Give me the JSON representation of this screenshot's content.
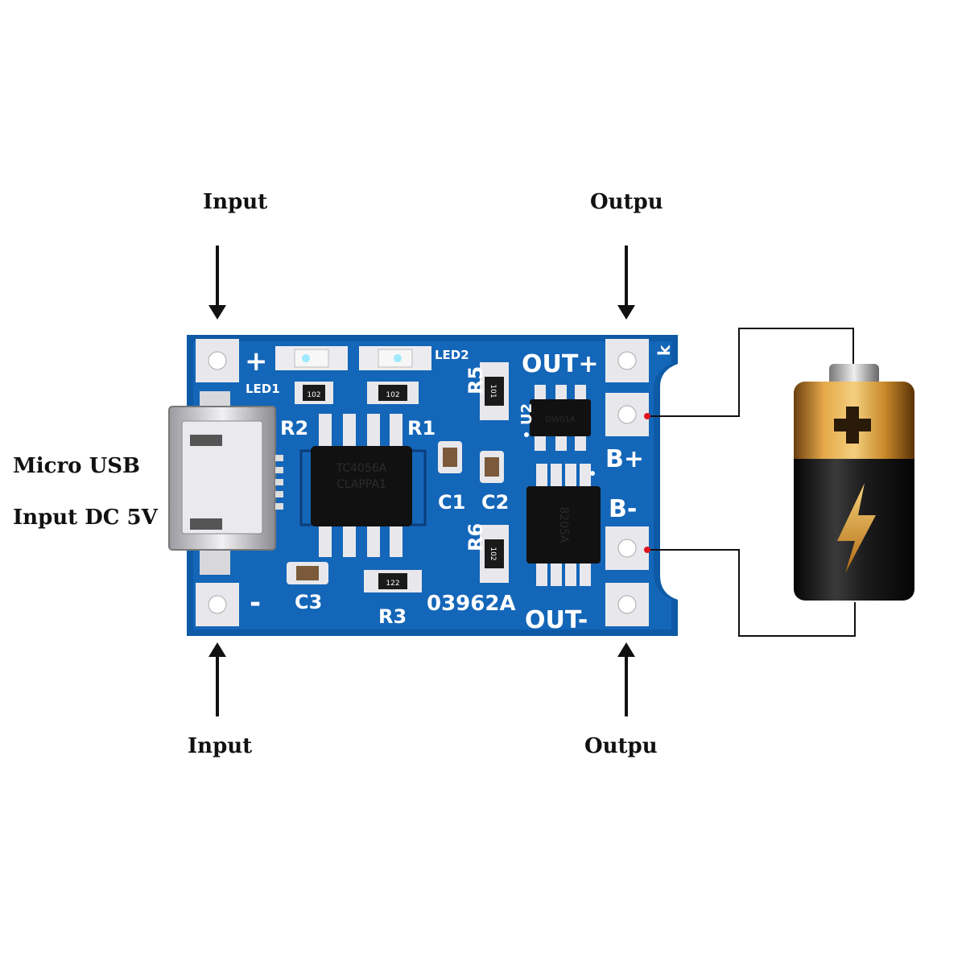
{
  "labels": {
    "input_top": "Input",
    "output_top": "Outpu",
    "input_bottom": "Input",
    "output_bottom": "Outpu",
    "micro_usb": "Micro USB",
    "input_dc": "Input DC 5V"
  },
  "board": {
    "silk": {
      "plus": "+",
      "minus": "-",
      "led1": "LED1",
      "led2": "LED2",
      "out_plus": "OUT+",
      "out_minus": "OUT-",
      "b_plus": "B+",
      "b_minus": "B-",
      "r1": "R1",
      "r2": "R2",
      "r3": "R3",
      "r5": "R5",
      "r6": "R6",
      "c1": "C1",
      "c2": "C2",
      "c3": "C3",
      "u2": "U2",
      "k": "k",
      "board_id": "03962A"
    },
    "chips": {
      "main_line1": "TC4056A",
      "main_line2": "CLAPPA1",
      "protect_line": "8205A",
      "small_ic": "DW01A"
    },
    "resistors": {
      "r1": "102",
      "r2": "102",
      "r3": "122",
      "r5": "101",
      "r6": "102"
    }
  },
  "colors": {
    "pcb_blue": "#0d5aa6",
    "pcb_dark": "#0a4a8c",
    "pad_silver": "#e8e8ec",
    "chip_black": "#111111",
    "battery_gold": "#c98a2a",
    "battery_black": "#1a1a1a",
    "wire": "#111111",
    "terminal_dot": "#e0141e"
  }
}
